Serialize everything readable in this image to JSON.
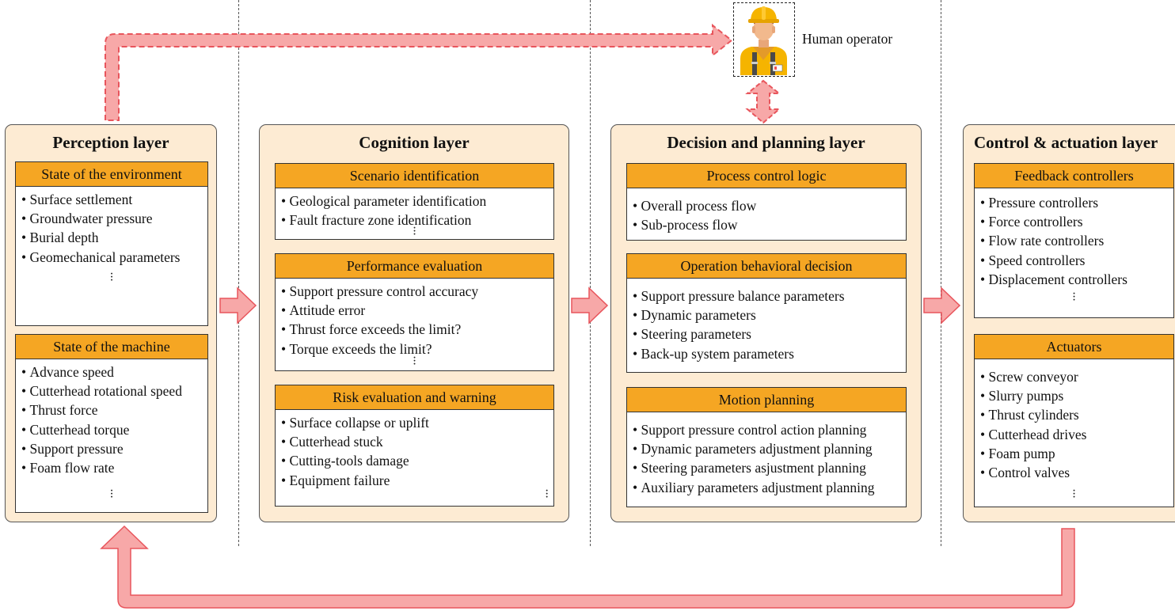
{
  "operator": {
    "label": "Human operator",
    "icon": "human-operator-icon"
  },
  "colors": {
    "layer_bg": "#fdebd3",
    "header": "#f5a623",
    "arrow_fill": "#f7a8a8",
    "arrow_stroke": "#e8555c"
  },
  "layers": [
    {
      "title": "Perception layer",
      "boxes": [
        {
          "header": "State of the environment",
          "items": [
            "Surface settlement",
            "Groundwater pressure",
            "Burial depth",
            "Geomechanical parameters"
          ]
        },
        {
          "header": "State of the machine",
          "items": [
            "Advance speed",
            "Cutterhead rotational speed",
            "Thrust force",
            "Cutterhead torque",
            "Support pressure",
            "Foam flow rate"
          ]
        }
      ]
    },
    {
      "title": "Cognition layer",
      "boxes": [
        {
          "header": "Scenario identification",
          "items": [
            "Geological parameter identification",
            "Fault fracture zone identification"
          ]
        },
        {
          "header": "Performance evaluation",
          "items": [
            "Support pressure control accuracy",
            "Attitude error",
            "Thrust force exceeds the limit?",
            "Torque exceeds the limit?"
          ]
        },
        {
          "header": "Risk evaluation and warning",
          "items": [
            "Surface collapse or uplift",
            "Cutterhead stuck",
            "Cutting-tools damage",
            "Equipment failure"
          ]
        }
      ]
    },
    {
      "title": "Decision and planning layer",
      "boxes": [
        {
          "header": "Process control logic",
          "items": [
            "Overall process flow",
            "Sub-process flow"
          ]
        },
        {
          "header": "Operation behavioral decision",
          "items": [
            "Support pressure balance parameters",
            "Dynamic parameters",
            "Steering parameters",
            "Back-up system parameters"
          ]
        },
        {
          "header": "Motion planning",
          "items": [
            "Support pressure control action planning",
            "Dynamic parameters adjustment planning",
            "Steering parameters asjustment planning",
            "Auxiliary parameters adjustment planning"
          ]
        }
      ]
    },
    {
      "title": "Control & actuation layer",
      "boxes": [
        {
          "header": "Feedback controllers",
          "items": [
            "Pressure controllers",
            "Force controllers",
            "Flow rate controllers",
            "Speed controllers",
            "Displacement controllers"
          ]
        },
        {
          "header": "Actuators",
          "items": [
            "Screw conveyor",
            "Slurry pumps",
            "Thrust cylinders",
            "Cutterhead drives",
            "Foam pump",
            "Control valves"
          ]
        }
      ]
    }
  ]
}
